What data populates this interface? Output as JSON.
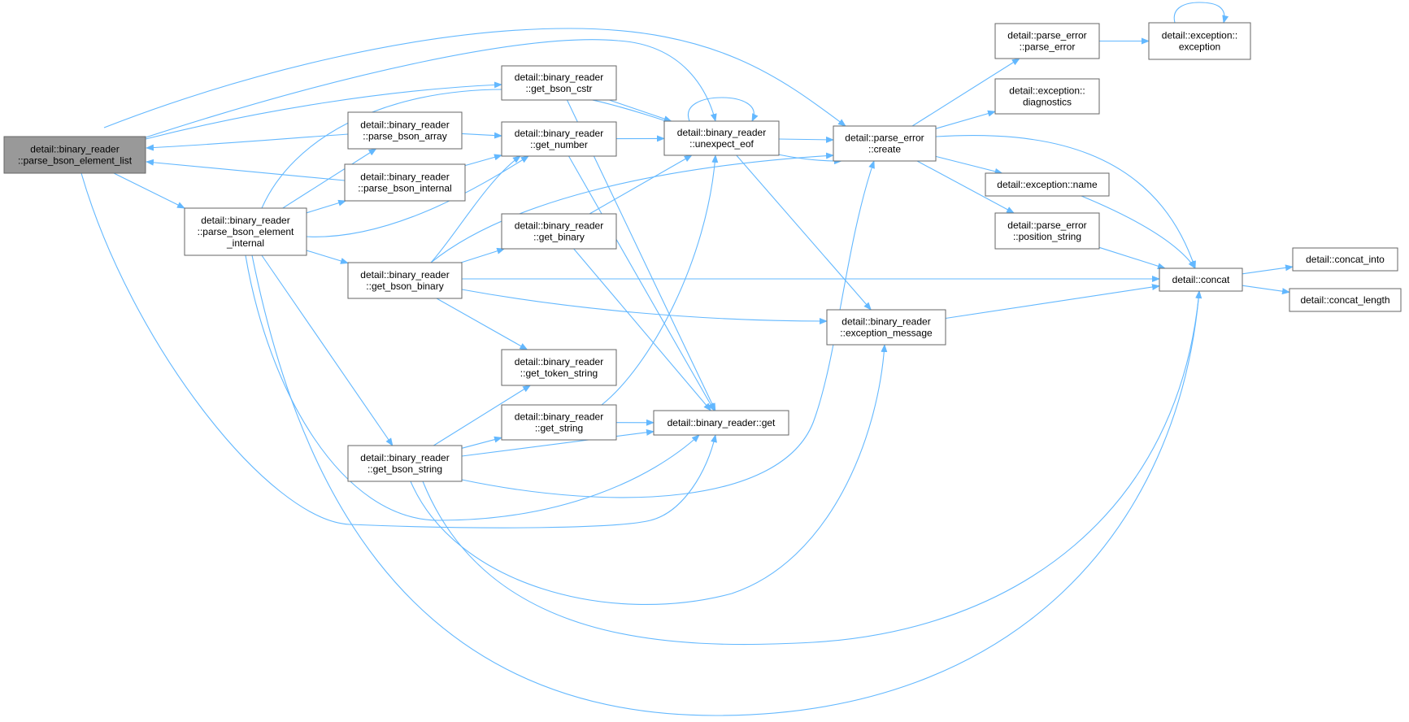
{
  "diagram": {
    "colors": {
      "edge": "#63b8ff",
      "node_border": "#666666",
      "focus_fill": "#999999",
      "node_fill": "#ffffff"
    },
    "nodes": [
      {
        "id": "list",
        "lines": [
          "detail::binary_reader",
          "::parse_bson_element_list"
        ],
        "focus": true
      },
      {
        "id": "elemint",
        "lines": [
          "detail::binary_reader",
          "::parse_bson_element",
          "_internal"
        ]
      },
      {
        "id": "array",
        "lines": [
          "detail::binary_reader",
          "::parse_bson_array"
        ]
      },
      {
        "id": "bsonint",
        "lines": [
          "detail::binary_reader",
          "::parse_bson_internal"
        ]
      },
      {
        "id": "cstr",
        "lines": [
          "detail::binary_reader",
          "::get_bson_cstr"
        ]
      },
      {
        "id": "number",
        "lines": [
          "detail::binary_reader",
          "::get_number"
        ]
      },
      {
        "id": "bbinary",
        "lines": [
          "detail::binary_reader",
          "::get_bson_binary"
        ]
      },
      {
        "id": "binary",
        "lines": [
          "detail::binary_reader",
          "::get_binary"
        ]
      },
      {
        "id": "token",
        "lines": [
          "detail::binary_reader",
          "::get_token_string"
        ]
      },
      {
        "id": "string",
        "lines": [
          "detail::binary_reader",
          "::get_string"
        ]
      },
      {
        "id": "bstring",
        "lines": [
          "detail::binary_reader",
          "::get_bson_string"
        ]
      },
      {
        "id": "eof",
        "lines": [
          "detail::binary_reader",
          "::unexpect_eof"
        ]
      },
      {
        "id": "get",
        "lines": [
          "detail::binary_reader::get"
        ]
      },
      {
        "id": "excmsg",
        "lines": [
          "detail::binary_reader",
          "::exception_message"
        ]
      },
      {
        "id": "create",
        "lines": [
          "detail::parse_error",
          "::create"
        ]
      },
      {
        "id": "perr",
        "lines": [
          "detail::parse_error",
          "::parse_error"
        ]
      },
      {
        "id": "exc",
        "lines": [
          "detail::exception::",
          "exception"
        ]
      },
      {
        "id": "diag",
        "lines": [
          "detail::exception::",
          "diagnostics"
        ]
      },
      {
        "id": "name",
        "lines": [
          "detail::exception::name"
        ]
      },
      {
        "id": "pos",
        "lines": [
          "detail::parse_error",
          "::position_string"
        ]
      },
      {
        "id": "concat",
        "lines": [
          "detail::concat"
        ]
      },
      {
        "id": "cinto",
        "lines": [
          "detail::concat_into"
        ]
      },
      {
        "id": "clen",
        "lines": [
          "detail::concat_length"
        ]
      }
    ],
    "edges": [
      [
        "list",
        "elemint"
      ],
      [
        "list",
        "get"
      ],
      [
        "list",
        "create"
      ],
      [
        "list",
        "eof"
      ],
      [
        "list",
        "cstr"
      ],
      [
        "array",
        "list"
      ],
      [
        "array",
        "number"
      ],
      [
        "bsonint",
        "list"
      ],
      [
        "bsonint",
        "number"
      ],
      [
        "elemint",
        "array"
      ],
      [
        "elemint",
        "bsonint"
      ],
      [
        "elemint",
        "bbinary"
      ],
      [
        "elemint",
        "bstring"
      ],
      [
        "elemint",
        "number"
      ],
      [
        "elemint",
        "create"
      ],
      [
        "elemint",
        "get"
      ],
      [
        "elemint",
        "concat"
      ],
      [
        "cstr",
        "eof"
      ],
      [
        "cstr",
        "get"
      ],
      [
        "number",
        "eof"
      ],
      [
        "number",
        "get"
      ],
      [
        "bbinary",
        "number"
      ],
      [
        "bbinary",
        "binary"
      ],
      [
        "bbinary",
        "token"
      ],
      [
        "bbinary",
        "create"
      ],
      [
        "bbinary",
        "excmsg"
      ],
      [
        "bbinary",
        "concat"
      ],
      [
        "binary",
        "eof"
      ],
      [
        "binary",
        "get"
      ],
      [
        "bstring",
        "string"
      ],
      [
        "bstring",
        "token"
      ],
      [
        "bstring",
        "get"
      ],
      [
        "bstring",
        "create"
      ],
      [
        "bstring",
        "excmsg"
      ],
      [
        "bstring",
        "concat"
      ],
      [
        "string",
        "get"
      ],
      [
        "string",
        "eof"
      ],
      [
        "eof",
        "eof"
      ],
      [
        "eof",
        "create"
      ],
      [
        "eof",
        "excmsg"
      ],
      [
        "create",
        "perr"
      ],
      [
        "create",
        "diag"
      ],
      [
        "create",
        "name"
      ],
      [
        "create",
        "pos"
      ],
      [
        "create",
        "concat"
      ],
      [
        "perr",
        "exc"
      ],
      [
        "exc",
        "exc"
      ],
      [
        "name",
        "concat"
      ],
      [
        "pos",
        "concat"
      ],
      [
        "excmsg",
        "concat"
      ],
      [
        "concat",
        "cinto"
      ],
      [
        "concat",
        "clen"
      ]
    ]
  }
}
